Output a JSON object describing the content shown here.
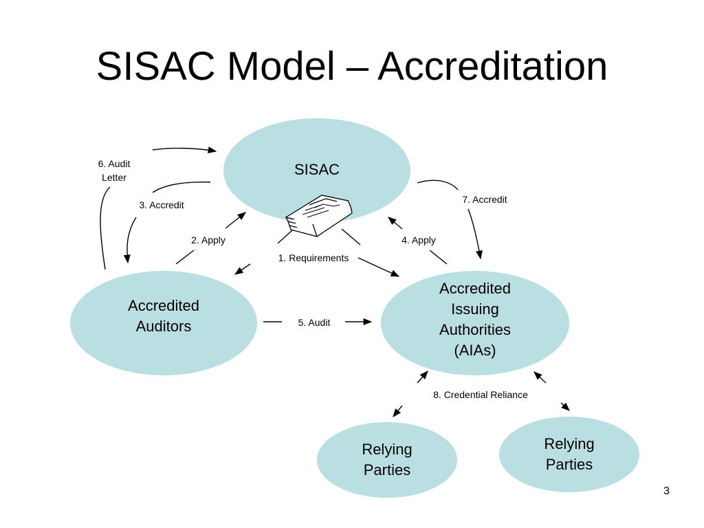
{
  "slide": {
    "title": "SISAC Model – Accreditation",
    "page_number": "3"
  },
  "colors": {
    "node_fill": "#b9dfe3",
    "line": "#000000"
  },
  "nodes": {
    "sisac": "SISAC",
    "auditors": "Accredited\nAuditors",
    "aias": "Accredited\nIssuing\nAuthorities\n(AIAs)",
    "relying_left": "Relying\nParties",
    "relying_right": "Relying\nParties"
  },
  "edges": {
    "audit_letter": "6. Audit\nLetter",
    "accredit_3": "3. Accredit",
    "apply_2": "2. Apply",
    "requirements": "1. Requirements",
    "apply_4": "4. Apply",
    "accredit_7": "7. Accredit",
    "audit_5": "5. Audit",
    "credential_reliance": "8. Credential Reliance"
  },
  "icons": {
    "requirements_document": "book-icon"
  }
}
